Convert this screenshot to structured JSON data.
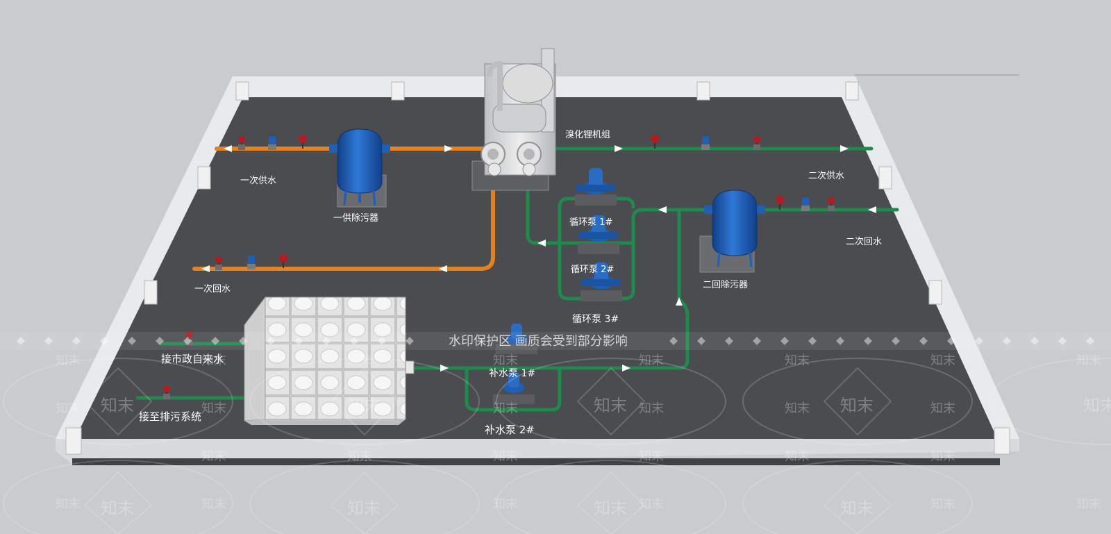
{
  "diagram": {
    "labels": {
      "primary_supply": "一次供水",
      "primary_return": "一次回水",
      "primary_filter": "一供除污器",
      "chiller_unit": "溴化锂机组",
      "secondary_supply": "二次供水",
      "secondary_return": "二次回水",
      "secondary_filter": "二回除污器",
      "circ_pump_1": "循环泵 1#",
      "circ_pump_2": "循环泵 2#",
      "circ_pump_3": "循环泵 3#",
      "makeup_pump_1": "补水泵 1#",
      "makeup_pump_2": "补水泵 2#",
      "city_water": "接市政自来水",
      "drain": "接至排污系统"
    },
    "watermark": {
      "notice": "水印保护区  画质会受到部分影响",
      "brand": "知末"
    },
    "colors": {
      "primary_pipe": "#e5821d",
      "secondary_pipe": "#1f8a4e",
      "floor": "#4a4c50",
      "wall": "#e9eaec",
      "equipment_blue": "#1f5fb5",
      "tank": "#dedede",
      "valve_red": "#b51a20"
    }
  }
}
